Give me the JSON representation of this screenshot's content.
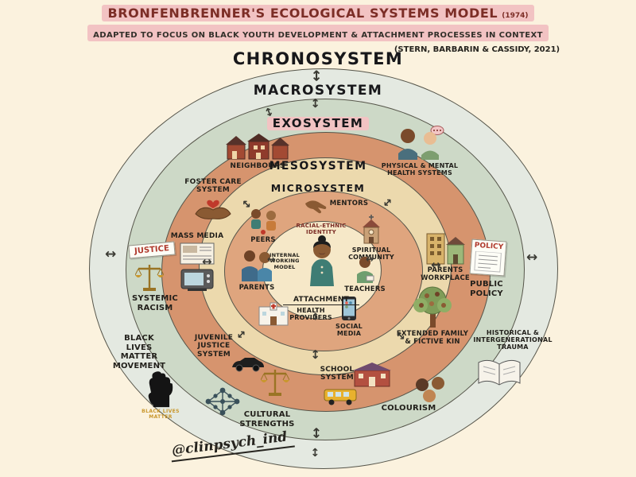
{
  "title": {
    "main": "BRONFENBRENNER'S ECOLOGICAL SYSTEMS MODEL",
    "year": "(1974)",
    "subtitle": "ADAPTED TO FOCUS ON BLACK YOUTH DEVELOPMENT & ATTACHMENT PROCESSES IN CONTEXT",
    "attribution": "(STERN, BARBARIN & CASSIDY, 2021)"
  },
  "rings": {
    "chronosystem": "CHRONOSYSTEM",
    "macrosystem": "MACROSYSTEM",
    "exosystem": "EXOSYSTEM",
    "mesosystem": "MESOSYSTEM",
    "microsystem": "MICROSYSTEM"
  },
  "center": {
    "racial_ethnic_identity": "RACIAL-ETHNIC IDENTITY",
    "internal_working_model": "INTERNAL WORKING MODEL",
    "attachment": "ATTACHMENT"
  },
  "microsystem": {
    "mentors": "MENTORS",
    "peers": "PEERS",
    "spiritual_community": "SPIRITUAL COMMUNITY",
    "parents": "PARENTS",
    "teachers": "TEACHERS",
    "health_providers": "HEALTH PROVIDERS",
    "social_media": "SOCIAL MEDIA"
  },
  "exosystem": {
    "neighbours": "NEIGHBOURS",
    "physical_mental_health": "PHYSICAL & MENTAL HEALTH SYSTEMS",
    "foster_care": "FOSTER CARE SYSTEM",
    "mass_media": "MASS MEDIA",
    "parents_workplace": "PARENTS WORKPLACE",
    "extended_family": "EXTENDED FAMILY & FICTIVE KIN",
    "juvenile_justice": "JUVENILE JUSTICE SYSTEM",
    "school_system": "SCHOOL SYSTEM"
  },
  "macrosystem": {
    "justice_sign": "JUSTICE",
    "systemic_racism": "SYSTEMIC RACISM",
    "policy_sign": "POLICY",
    "public_policy": "PUBLIC POLICY",
    "historical_trauma": "HISTORICAL & INTERGENERATIONAL TRAUMA",
    "colourism": "COLOURISM",
    "cultural_strengths": "CULTURAL STRENGTHS",
    "blm_movement": "BLACK LIVES MATTER MOVEMENT",
    "blm_fist_caption": "BLACK LIVES MATTER"
  },
  "signature": "@clinpsych_ind",
  "colors": {
    "background": "#fbf2de",
    "highlight_pink": "#f2c3c3",
    "title_text": "#7c2d26",
    "chronosystem_fill": "#e4e9e1",
    "macrosystem_fill": "#cdd9c7",
    "exosystem_fill": "#d6946e",
    "mesosystem_fill": "#ecd9ad",
    "microsystem_fill": "#dfa57e",
    "center_fill": "#f6e8c8"
  }
}
